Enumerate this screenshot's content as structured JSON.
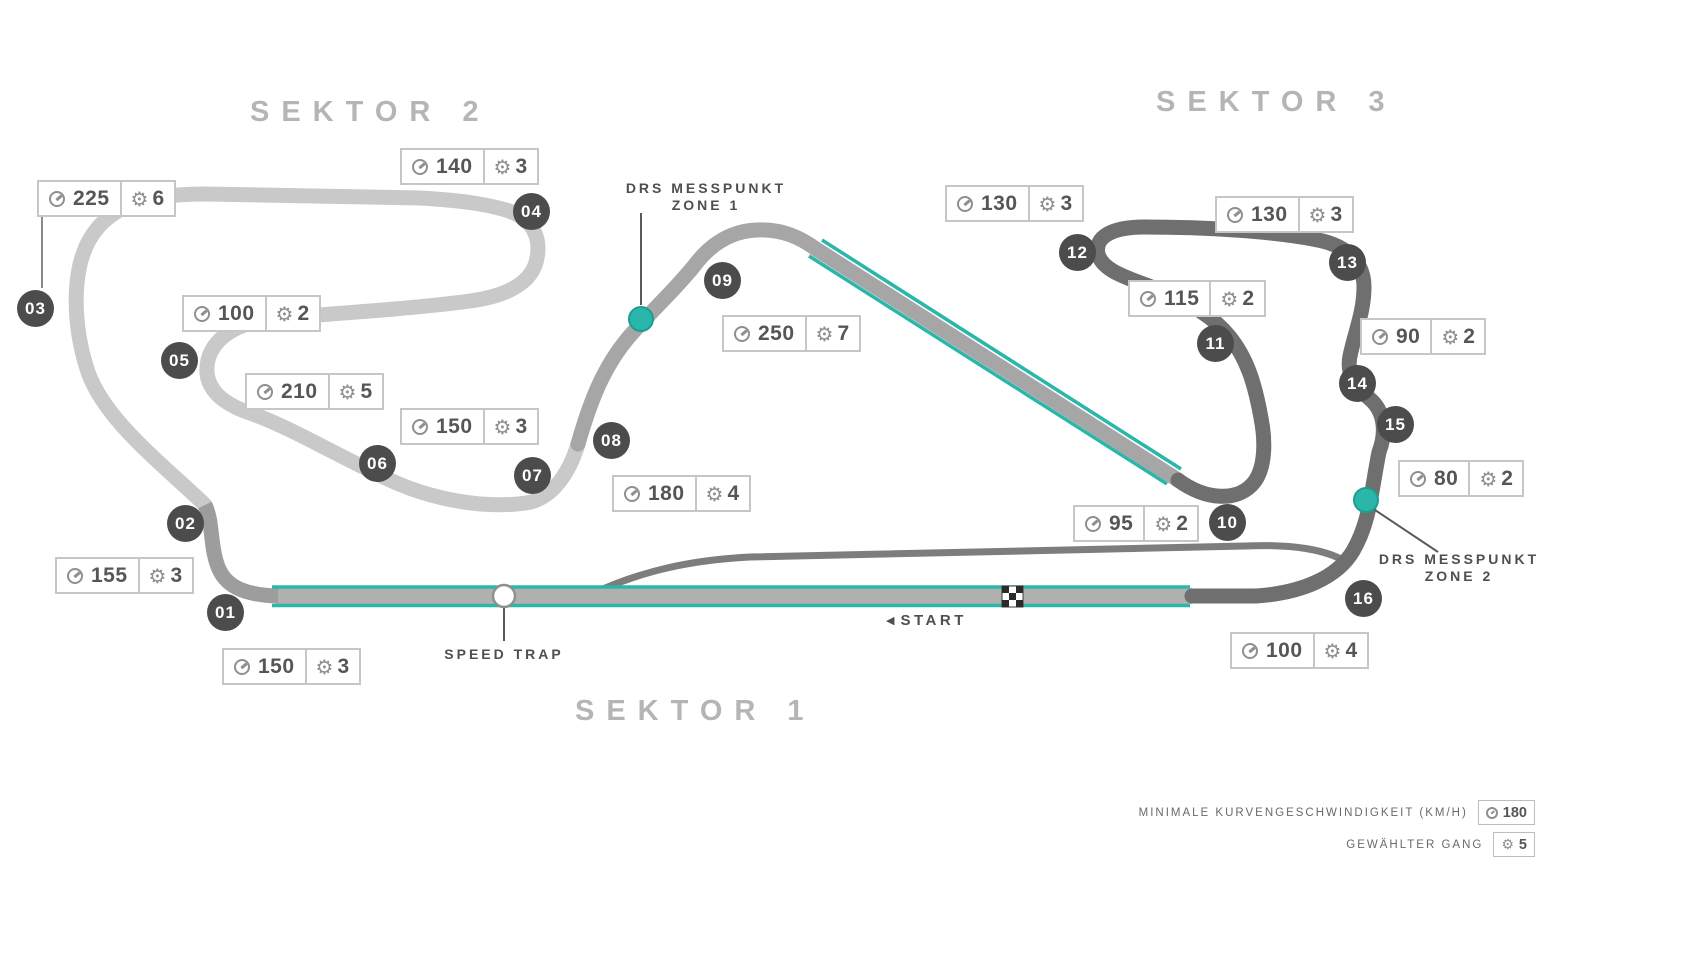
{
  "sectors": {
    "sector1": "SEKTOR 1",
    "sector2": "SEKTOR 2",
    "sector3": "SEKTOR 3"
  },
  "corners": [
    {
      "number": "01",
      "speed": "150",
      "gear": "3"
    },
    {
      "number": "02",
      "speed": "155",
      "gear": "3"
    },
    {
      "number": "03",
      "speed": "225",
      "gear": "6"
    },
    {
      "number": "04",
      "speed": "140",
      "gear": "3"
    },
    {
      "number": "05",
      "speed": "100",
      "gear": "2"
    },
    {
      "number": "06",
      "speed": "210",
      "gear": "5"
    },
    {
      "number": "07",
      "speed": "150",
      "gear": "3"
    },
    {
      "number": "08",
      "speed": "180",
      "gear": "4"
    },
    {
      "number": "09",
      "speed": "250",
      "gear": "7"
    },
    {
      "number": "10",
      "speed": "95",
      "gear": "2"
    },
    {
      "number": "11",
      "speed": "115",
      "gear": "2"
    },
    {
      "number": "12",
      "speed": "130",
      "gear": "3"
    },
    {
      "number": "13",
      "speed": "130",
      "gear": "3"
    },
    {
      "number": "14",
      "speed": "90",
      "gear": "2"
    },
    {
      "number": "15",
      "speed": "80",
      "gear": "2"
    },
    {
      "number": "16",
      "speed": "100",
      "gear": "4"
    }
  ],
  "callouts": {
    "drs_zone_1": {
      "line1": "DRS MESSPUNKT",
      "line2": "ZONE 1"
    },
    "drs_zone_2": {
      "line1": "DRS MESSPUNKT",
      "line2": "ZONE 2"
    },
    "speed_trap": "SPEED TRAP",
    "start": "START"
  },
  "legend": {
    "min_corner_speed_label": "MINIMALE KURVENGESCHWINDIGKEIT (KM/H)",
    "min_corner_speed_value": "180",
    "selected_gear_label": "GEWÄHLTER GANG",
    "selected_gear_value": "5"
  },
  "icons": {
    "gear": "⚙",
    "start_arrow": "◀"
  },
  "colors": {
    "accent": "#2ab7a9",
    "sector1_track": "#9d9d9d",
    "sector2_track": "#c9c9c9",
    "sector3_track": "#6f6f6f",
    "marker": "#4c4c4c"
  }
}
